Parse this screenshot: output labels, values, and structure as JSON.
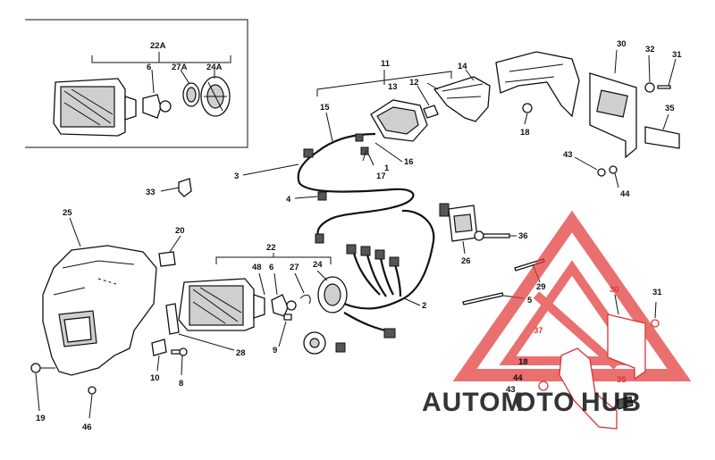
{
  "diagram": {
    "labels": {
      "l22A": "22A",
      "l6top": "6",
      "l27A": "27A",
      "l24A": "24A",
      "l11": "11",
      "l12": "12",
      "l13": "13",
      "l14": "14",
      "l15": "15",
      "l16": "16",
      "l17": "17",
      "l1": "1",
      "l3": "3",
      "l4": "4",
      "l18top": "18",
      "l30top": "30",
      "l32": "32",
      "l31top": "31",
      "l35top": "35",
      "l43top": "43",
      "l44top": "44",
      "l33": "33",
      "l25": "25",
      "l20": "20",
      "l22": "22",
      "l48": "48",
      "l6": "6",
      "l27": "27",
      "l24": "24",
      "l2": "2",
      "l36": "36",
      "l26": "26",
      "l29": "29",
      "l5": "5",
      "l9": "9",
      "l28": "28",
      "l10": "10",
      "l8": "8",
      "l19": "19",
      "l46": "46"
    },
    "overlay_labels": {
      "l30": "30",
      "l31": "31",
      "l37": "37",
      "l18": "18",
      "l44": "44",
      "l43": "43",
      "l35": "35"
    },
    "watermark": {
      "part1": "AUTOM",
      "part2": "OTO",
      "part3": "HUB"
    },
    "colors": {
      "watermark_red": "#e23a3a",
      "watermark_gold": "#e8b04a",
      "overlay_red": "#d33333"
    }
  }
}
